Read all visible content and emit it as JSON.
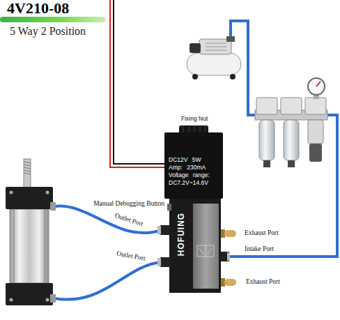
{
  "diagram": {
    "title": "4V210-08",
    "nodes": [
      {
        "text": [
          "DC12V 5W",
          "Amp: 230mA",
          "Voltage range: DC7.2V~14.6V"
        ]
      },
      {
        "text": [
          "HOFUING"
        ]
      }
    ],
    "labels": [
      "5 Way 2 Position",
      "Fixing Nut",
      "Manual Debugging Button",
      "Outlet Port",
      "Exhaust Port",
      "Intake Port",
      "Outlet Port",
      "Exhaust Port"
    ]
  }
}
